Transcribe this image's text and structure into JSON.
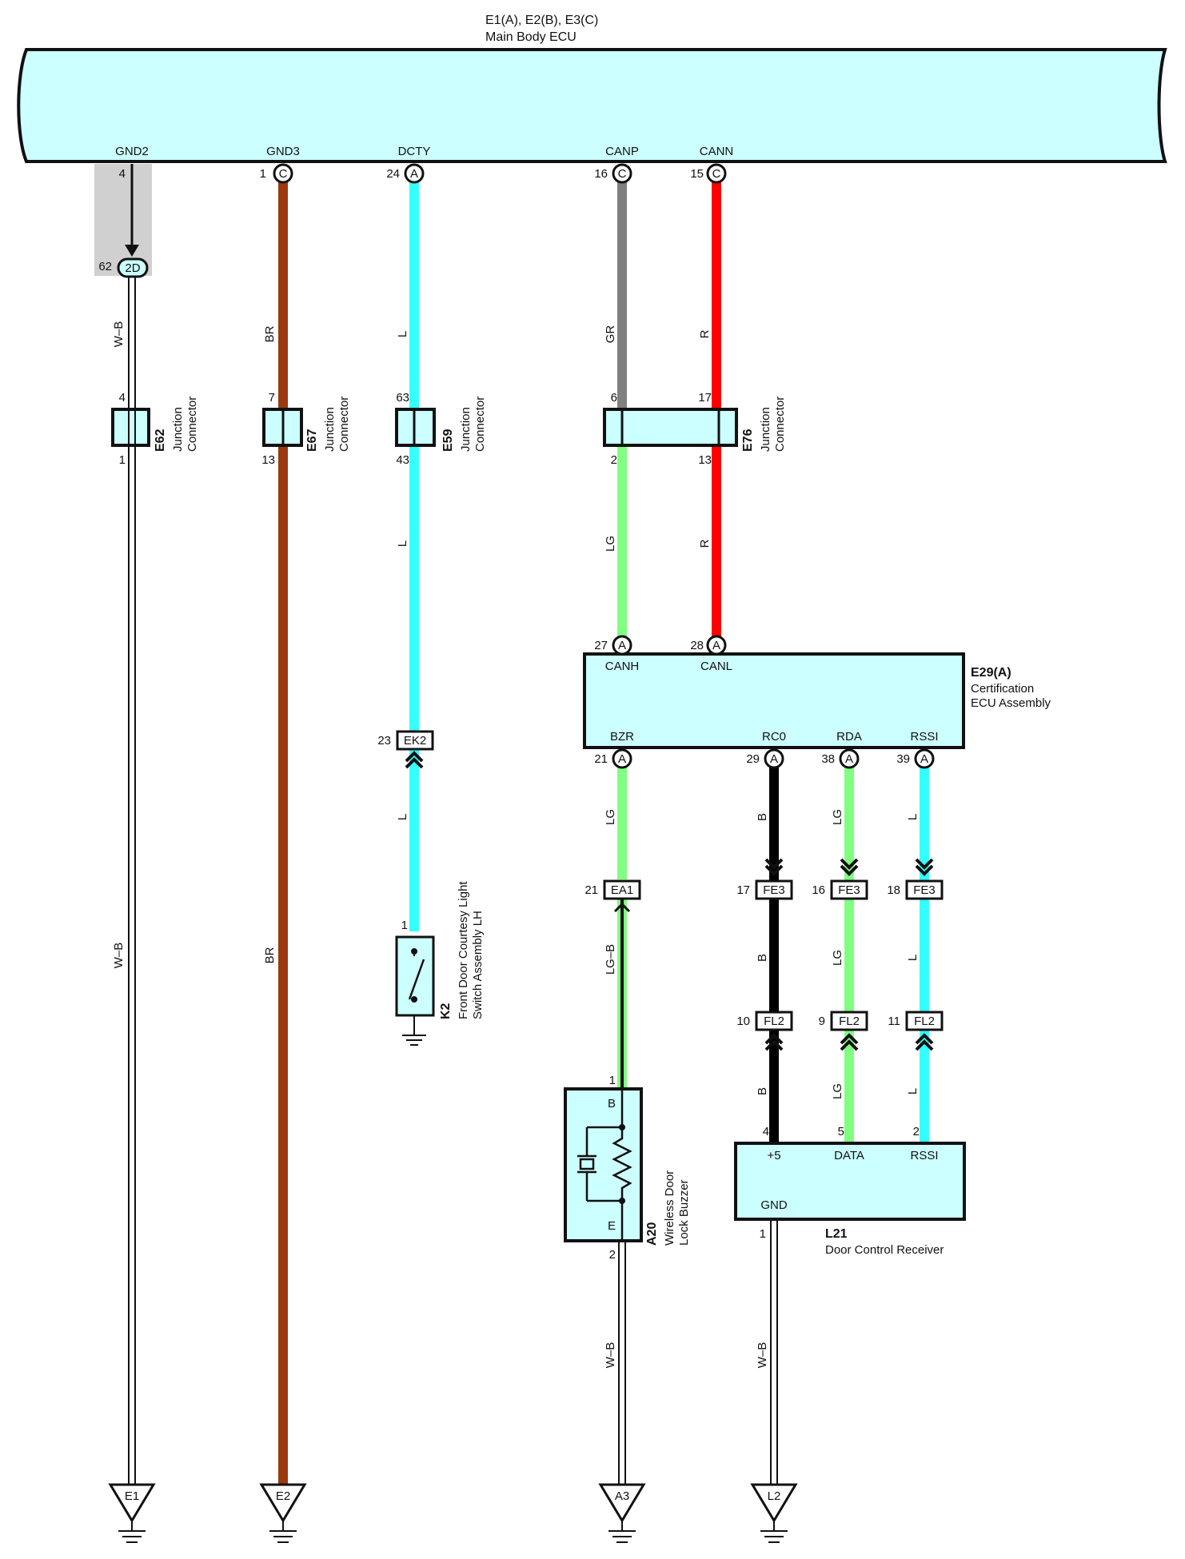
{
  "ecu": {
    "id": "E1(A), E2(B), E3(C)",
    "name": "Main Body ECU"
  },
  "terminals": {
    "gnd2": "GND2",
    "gnd3": "GND3",
    "dcty": "DCTY",
    "canp": "CANP",
    "cann": "CANN"
  },
  "pins": {
    "gnd2": "4",
    "gnd3": "1",
    "dcty": "24",
    "canp": "16",
    "cann": "15",
    "c2d": "62",
    "e62_in": "4",
    "e62_out": "1",
    "e67_in": "7",
    "e67_out": "13",
    "e59_in": "63",
    "e59_out": "43",
    "e76_in_a": "6",
    "e76_in_b": "17",
    "e76_out_a": "2",
    "e76_out_b": "13",
    "canh": "27",
    "canl": "28",
    "bzr": "21",
    "rco": "29",
    "rda": "38",
    "rssi": "39",
    "ek2": "23",
    "k2": "1",
    "ea1": "21",
    "fe3_a": "17",
    "fe3_b": "16",
    "fe3_c": "18",
    "fl2_a": "10",
    "fl2_b": "9",
    "fl2_c": "11",
    "a20_b": "1",
    "a20_e": "2",
    "l21_5v": "4",
    "l21_data": "5",
    "l21_rssi": "2",
    "l21_gnd": "1"
  },
  "badges": {
    "c": "C",
    "a": "A",
    "c2d": "2D"
  },
  "wires": {
    "wb": "W–B",
    "br": "BR",
    "l": "L",
    "gr": "GR",
    "r": "R",
    "lg": "LG",
    "lgb": "LG–B",
    "b": "B"
  },
  "connectors": {
    "e62": {
      "id": "E62",
      "l1": "Junction",
      "l2": "Connector"
    },
    "e67": {
      "id": "E67",
      "l1": "Junction",
      "l2": "Connector"
    },
    "e59": {
      "id": "E59",
      "l1": "Junction",
      "l2": "Connector"
    },
    "e76": {
      "id": "E76",
      "l1": "Junction",
      "l2": "Connector"
    }
  },
  "e29": {
    "id": "E29(A)",
    "l1": "Certification",
    "l2": "ECU Assembly",
    "canh": "CANH",
    "canl": "CANL",
    "bzr": "BZR",
    "rco": "RC0",
    "rda": "RDA",
    "rssi": "RSSI"
  },
  "inline": {
    "ek2": "EK2",
    "ea1": "EA1",
    "fe3": "FE3",
    "fl2": "FL2"
  },
  "k2": {
    "id": "K2",
    "l1": "Front Door Courtesy Light",
    "l2": "Switch Assembly LH"
  },
  "a20": {
    "id": "A20",
    "l1": "Wireless Door",
    "l2": "Lock Buzzer",
    "b": "B",
    "e": "E"
  },
  "l21": {
    "id": "L21",
    "name": "Door Control Receiver",
    "p5v": "+5",
    "data": "DATA",
    "rssi": "RSSI",
    "gnd": "GND"
  },
  "grounds": {
    "e1": "E1",
    "e2": "E2",
    "a3": "A3",
    "l2": "L2"
  },
  "colors": {
    "brown": "#9b3a0e",
    "cyan": "#33ffff",
    "gray": "#808080",
    "red": "#ff0000",
    "lightgreen": "#80ff80",
    "black": "#000000",
    "box_fill": "#ccffff"
  }
}
